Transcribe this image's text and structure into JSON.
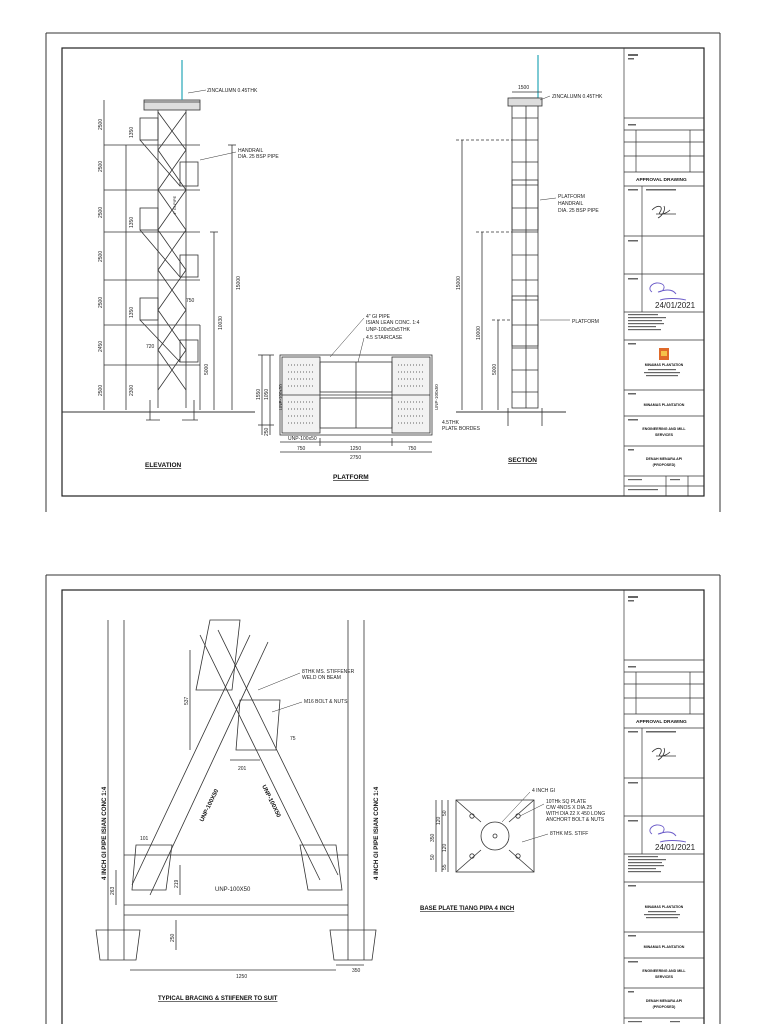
{
  "sheet1": {
    "elevation": {
      "title": "ELEVATION",
      "label_zincalum": "ZINCALUMN 0.45THK",
      "label_handrail_1": "HANDRAIL",
      "label_handrail_2": "DIA. 25 BSP PIPE",
      "label_pipe": "4\" GI PIPE",
      "dims_left": [
        "2500",
        "2500",
        "2500",
        "2500",
        "2500",
        "2450",
        "2500"
      ],
      "dims_right": [
        "1350",
        "1350",
        "1350",
        "750",
        "720",
        "2300"
      ],
      "dims_overall": [
        "15000",
        "10030",
        "5000"
      ]
    },
    "platform": {
      "title": "PLATFORM",
      "label_pipe": "4\" GI PIPE",
      "label_conc": "ISIAN LEAN CONC. 1:4",
      "label_unp": "UNP-100x50x5THK",
      "label_stair": "4.5 STAIRCASE",
      "label_plate_1": "4.5THK",
      "label_plate_2": "PLATE BORDES",
      "label_unp_bottom": "UNP-100x50",
      "label_unp_side_left": "UNP-100x50",
      "label_unp_side_right": "UNP-100x50",
      "dims_bottom": [
        "750",
        "1250",
        "750"
      ],
      "dim_total": "2750",
      "dims_vertical": [
        "1550",
        "1050",
        "250"
      ]
    },
    "section": {
      "title": "SECTION",
      "label_zincalum": "ZINCALUMN 0.45THK",
      "label_platform": "PLATFORM",
      "label_handrail": "HANDRAIL",
      "label_handrail_2": "DIA. 25 BSP PIPE",
      "label_platform_2": "PLATFORM",
      "dim_top": "1500",
      "dims": [
        "15000",
        "10000",
        "5000"
      ]
    }
  },
  "sheet2": {
    "bracing": {
      "title": "TYPICAL BRACING & STIIFENER TO SUIT",
      "label_stiffener_1": "8THK MS. STIFFENER",
      "label_stiffener_2": "WELD ON BEAM",
      "label_bolt": "M16 BOLT & NUTS",
      "label_col_left": "4 INCH GI PIPE ISIAN CONC 1:4",
      "label_col_right": "4 INCH GI PIPE ISIAN CONC 1:4",
      "label_brace_left": "UNP-100X50",
      "label_brace_right": "UNP-100X50",
      "label_beam": "UNP-100X50",
      "dims": [
        "537",
        "201",
        "101",
        "263",
        "219",
        "250",
        "1250",
        "350",
        "75"
      ]
    },
    "baseplate": {
      "title": "BASE PLATE TIANG PIPA 4 INCH",
      "label_gi": "4 INCH GI",
      "label_plate_1": "10THk SQ PLATE",
      "label_plate_2": "C/W 4NOS X DIA.25",
      "label_plate_3": "WITH DIA 22 X 450 LONG",
      "label_plate_4": "ANCHORT BOLT & NUTS",
      "label_stiff": "8THK MS. STIFF",
      "dims": [
        "350",
        "50",
        "120",
        "55",
        "120",
        "50"
      ]
    }
  },
  "title_block": {
    "approval": "APPROVAL DRAWING",
    "date_stamp": "24/01/2021",
    "company": "MINAMAS PLANTATION",
    "dept_1": "ENGINEERING AND MILL",
    "dept_2": "SERVICES",
    "drawing_1": "DENAH MENARA API",
    "drawing_2": "(PROPOSED)"
  },
  "colors": {
    "line": "#2a2a2a",
    "accent_pipe": "#26a6b8",
    "logo": "#e06a2a"
  }
}
